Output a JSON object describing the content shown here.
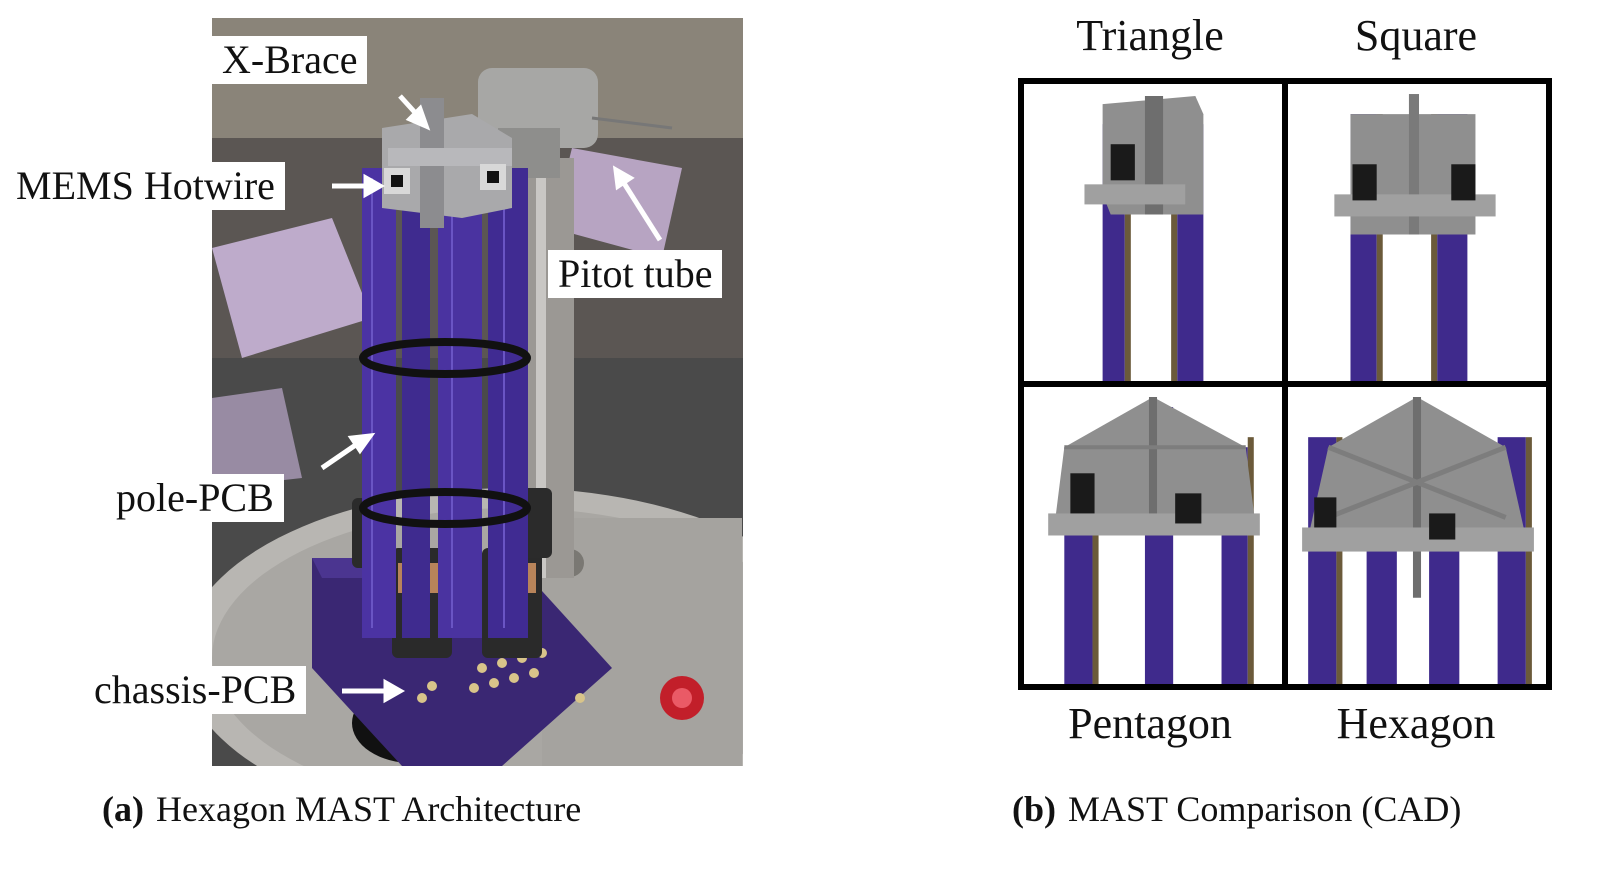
{
  "panel_a": {
    "labels": {
      "xbrace": "X-Brace",
      "mems": "MEMS Hotwire",
      "pitot": "Pitot tube",
      "pole": "pole-PCB",
      "chassis": "chassis-PCB"
    },
    "caption_tag": "(a)",
    "caption_text": "Hexagon MAST Architecture"
  },
  "panel_b": {
    "shapes": {
      "triangle": "Triangle",
      "square": "Square",
      "pentagon": "Pentagon",
      "hexagon": "Hexagon"
    },
    "caption_tag": "(b)",
    "caption_text": "MAST Comparison (CAD)"
  },
  "colors": {
    "pcb_purple": "#3f2a8c",
    "pcb_edge": "#6b5a3a",
    "cad_gray": "#8f8f8f",
    "cad_dark": "#6e6e6e",
    "chip_black": "#1a1a1a"
  }
}
